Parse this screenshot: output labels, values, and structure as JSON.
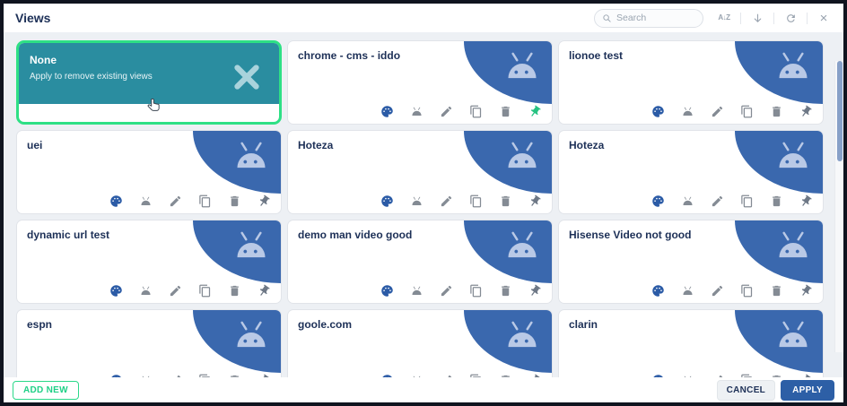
{
  "header": {
    "title": "Views",
    "search_placeholder": "Search",
    "toolbar_icons": [
      "sort-alphabetical",
      "arrow-down",
      "refresh",
      "close"
    ]
  },
  "cards": [
    {
      "title": "None",
      "subtitle": "Apply to remove existing views",
      "kind": "none",
      "selected": true
    },
    {
      "title": "chrome - cms - iddo",
      "kind": "view",
      "pinned": true
    },
    {
      "title": "lionoe test",
      "kind": "view",
      "pinned": false
    },
    {
      "title": "uei",
      "kind": "view",
      "pinned": false
    },
    {
      "title": "Hoteza",
      "kind": "view",
      "pinned": false
    },
    {
      "title": "Hoteza",
      "kind": "view",
      "pinned": false
    },
    {
      "title": "dynamic url test",
      "kind": "view",
      "pinned": false
    },
    {
      "title": "demo man video good",
      "kind": "view",
      "pinned": false
    },
    {
      "title": "Hisense Video not good",
      "kind": "view",
      "pinned": false
    },
    {
      "title": "espn",
      "kind": "view",
      "pinned": false
    },
    {
      "title": "goole.com",
      "kind": "view",
      "pinned": false
    },
    {
      "title": "clarin",
      "kind": "view",
      "pinned": false
    }
  ],
  "card_actions": [
    "palette",
    "android",
    "edit",
    "duplicate",
    "delete",
    "pin"
  ],
  "footer": {
    "add_new_label": "ADD NEW",
    "cancel_label": "CANCEL",
    "apply_label": "APPLY"
  },
  "colors": {
    "selected_border_green": "#2ee085",
    "none_card_teal": "#2a8da0",
    "thumbnail_blue": "#3a68ae",
    "android_light_blue": "#b9c9e6",
    "pinned_pin_green": "#26c281",
    "palette_icon_blue": "#2b5ba6",
    "apply_button_blue": "#2d5fa6",
    "title_navy": "#1d3057",
    "scroll_thumb_blue": "#87a0c8"
  }
}
